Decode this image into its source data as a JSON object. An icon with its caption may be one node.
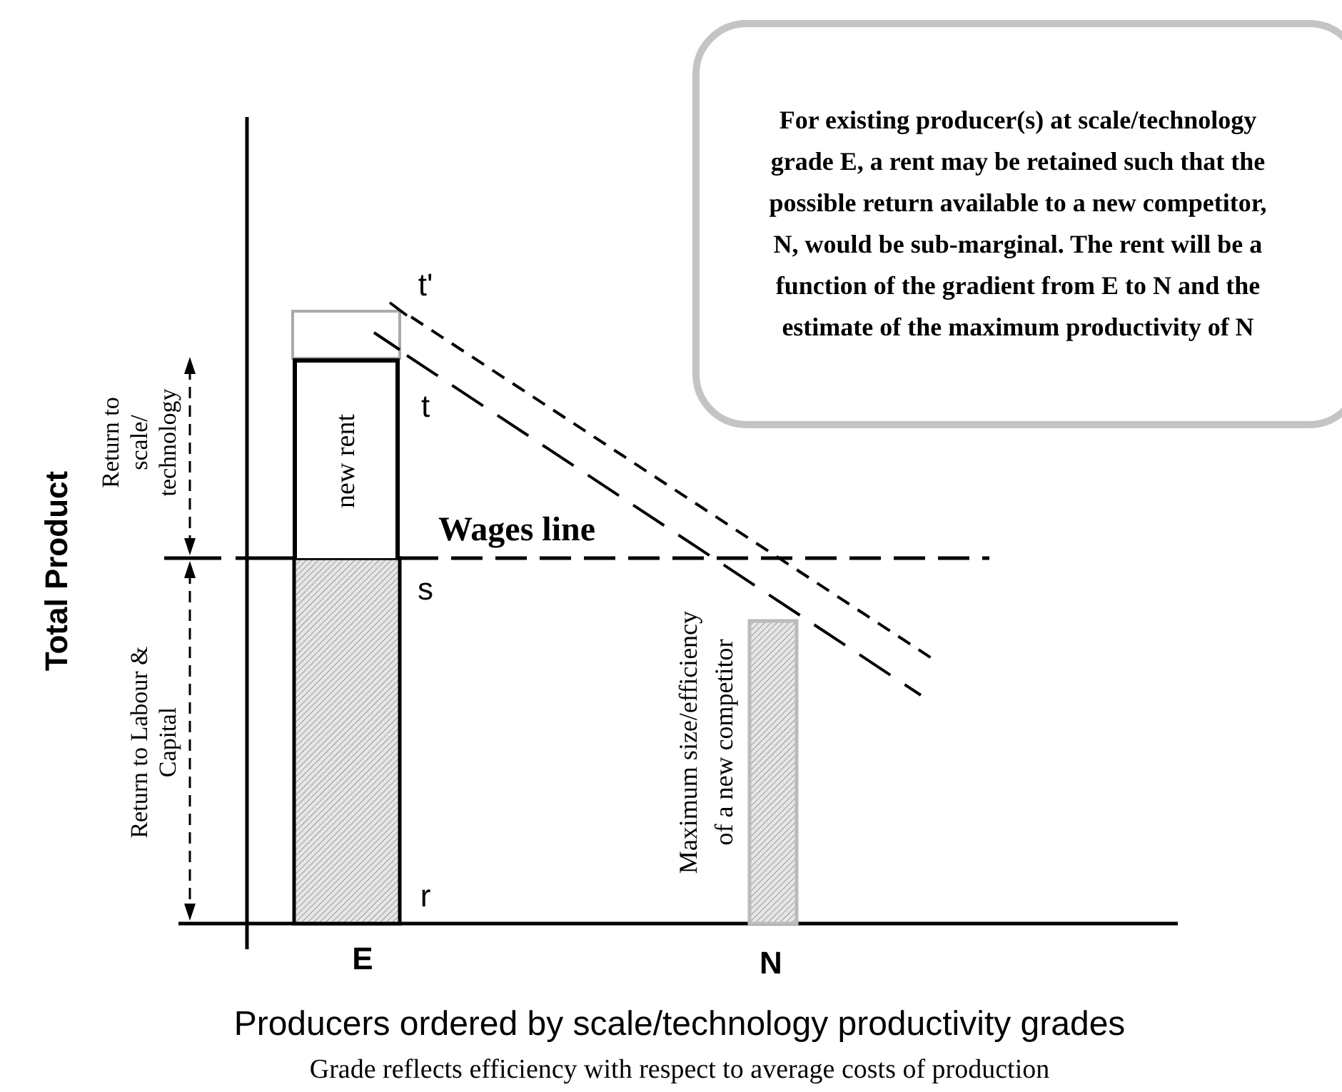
{
  "diagram": {
    "nodes": [
      {
        "text": [
          "For existing producer(s) at scale/technology grade E, a rent may be retained such that the possible return available to a new competitor, N, would be sub-marginal. The rent will be a function of the gradient from E to N and  the estimate of the maximum productivity of N"
        ]
      },
      {
        "text": [],
        "shape": "box"
      },
      {
        "text": [
          "new rent"
        ]
      },
      {
        "text": [],
        "shape": "bar"
      },
      {
        "text": [],
        "shape": "bar"
      }
    ],
    "edges": [],
    "labels": [
      "t'",
      "t",
      "Wages line",
      "s",
      "r",
      "Return to scale/ technology",
      "Return to Labour & Capital",
      "Maximum size/efficiency of a new competitor",
      "Total Product",
      "E",
      "N",
      "Producers ordered by scale/technology productivity grades",
      "Grade reflects efficiency with respect to average costs of production"
    ]
  }
}
